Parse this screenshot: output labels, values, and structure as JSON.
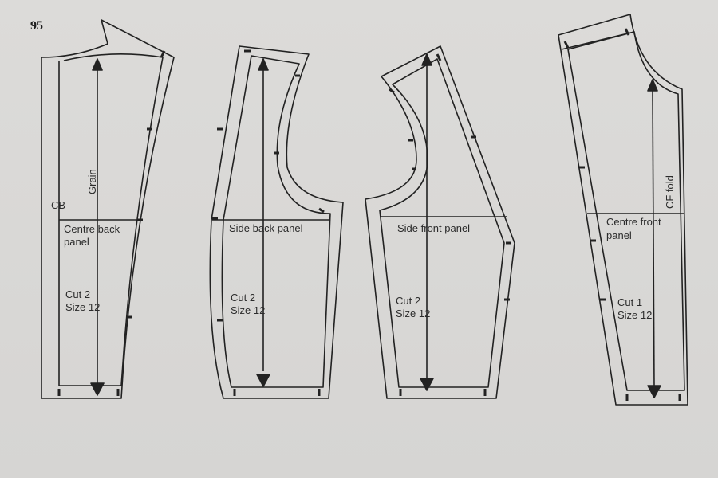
{
  "page_number": "95",
  "colors": {
    "ink": "#222222",
    "paper": "#d9d8d6"
  },
  "pieces": {
    "centre_back": {
      "vertical_label_cb": "CB",
      "grain_label": "Grain",
      "name_line1": "Centre back",
      "name_line2": "panel",
      "cut": "Cut 2",
      "size": "Size 12"
    },
    "side_back": {
      "name": "Side back panel",
      "cut": "Cut 2",
      "size": "Size 12"
    },
    "side_front": {
      "name": "Side front panel",
      "cut": "Cut 2",
      "size": "Size 12"
    },
    "centre_front": {
      "fold_label": "CF fold",
      "name_line1": "Centre front",
      "name_line2": "panel",
      "cut": "Cut 1",
      "size": "Size 12"
    }
  }
}
